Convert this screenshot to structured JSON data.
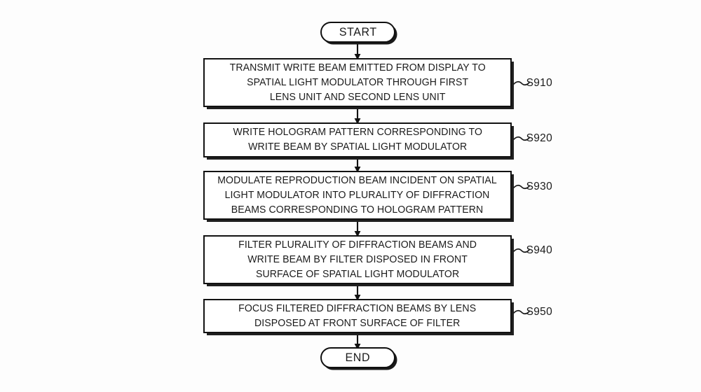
{
  "figure": {
    "type": "flowchart",
    "orientation": "vertical",
    "background_color": "#fdfdfd",
    "line_color": "#121212",
    "text_color": "#1b1b1b"
  },
  "start_node": {
    "shape": "stadium",
    "label": "START"
  },
  "end_node": {
    "shape": "stadium",
    "label": "END"
  },
  "steps": [
    {
      "ref": "S910",
      "lines": "TRANSMIT WRITE BEAM EMITTED FROM DISPLAY TO\nSPATIAL LIGHT MODULATOR THROUGH FIRST\nLENS UNIT AND SECOND LENS UNIT"
    },
    {
      "ref": "S920",
      "lines": "WRITE HOLOGRAM PATTERN CORRESPONDING TO\nWRITE BEAM BY SPATIAL LIGHT MODULATOR"
    },
    {
      "ref": "S930",
      "lines": "MODULATE REPRODUCTION BEAM INCIDENT ON SPATIAL\nLIGHT MODULATOR INTO PLURALITY OF DIFFRACTION\nBEAMS CORRESPONDING TO HOLOGRAM PATTERN"
    },
    {
      "ref": "S940",
      "lines": "FILTER PLURALITY OF DIFFRACTION BEAMS AND\nWRITE BEAM BY FILTER DISPOSED IN FRONT\nSURFACE OF SPATIAL LIGHT MODULATOR"
    },
    {
      "ref": "S950",
      "lines": "FOCUS FILTERED DIFFRACTION BEAMS BY LENS\nDISPOSED AT FRONT SURFACE OF FILTER"
    }
  ]
}
